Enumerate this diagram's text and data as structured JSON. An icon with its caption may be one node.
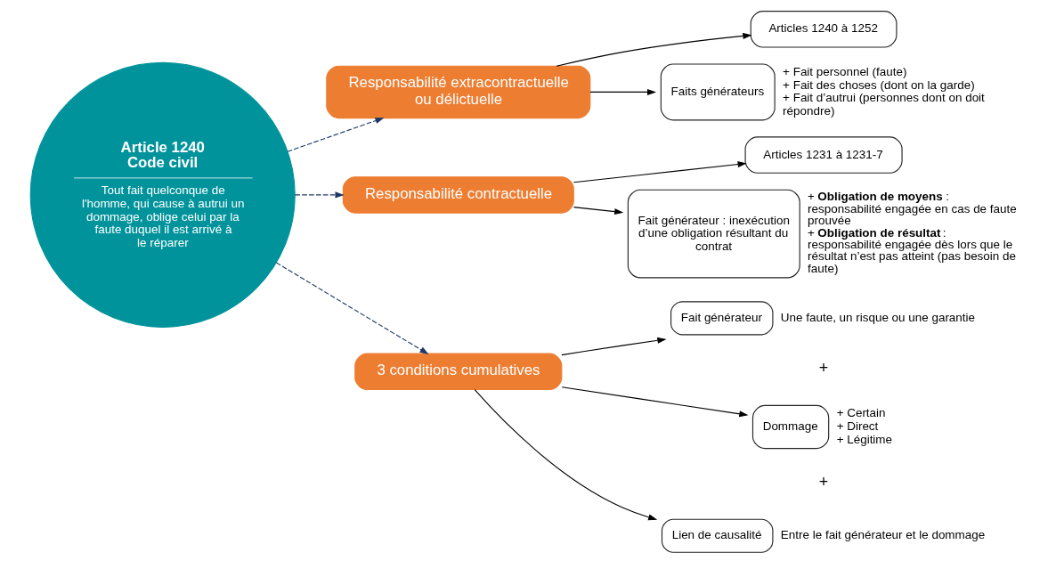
{
  "diagram": {
    "nodes": [
      {
        "text": [
          "Article 1240 Code civil",
          "Tout fait quelconque de l'homme, qui cause à autrui un dommage, oblige celui par la faute duquel il est arrivé à le réparer"
        ]
      },
      {
        "text": [
          "Responsabilité extracontractuelle ou délictuelle"
        ]
      },
      {
        "text": [
          "Responsabilité contractuelle"
        ]
      },
      {
        "text": [
          "Articles 1240 à 1252"
        ]
      },
      {
        "text": [
          "Faits générateurs"
        ],
        "beside": [
          "+ Fait personnel (faute)",
          "+ Fait des choses (dont on la garde)",
          "+ Fait d’autrui (personnes dont on doit répondre)"
        ]
      },
      {
        "text": [
          "Articles 1231 à 1231-7"
        ]
      },
      {
        "text": [
          "Fait générateur : inexécution d’une obligation résultant du contrat"
        ],
        "beside": [
          "+ **Obligation de moyens** : responsabilité engagée en cas de faute prouvée",
          "+ **Obligation de résultat** : responsabilité engagée dès lors que le résultat n’est pas atteint (pas besoin de faute)"
        ]
      },
      {
        "text": [
          "3 conditions cumulatives"
        ]
      },
      {
        "text": [
          "Fait générateur"
        ],
        "beside": [
          "Une faute, un risque ou une garantie"
        ]
      },
      {
        "text": [
          "Dommage"
        ],
        "beside": [
          "+ Certain",
          "+ Direct",
          "+ Légitime"
        ]
      },
      {
        "text": [
          "Lien de causalité"
        ],
        "beside": [
          "Entre le fait générateur et le dommage"
        ]
      }
    ],
    "edges": [
      {
        "from": 0,
        "to": 1,
        "arrow": "to",
        "style": "dashed",
        "color": "#1f3864"
      },
      {
        "from": 0,
        "to": 2,
        "arrow": "to",
        "style": "dashed",
        "color": "#1f3864"
      },
      {
        "from": 1,
        "to": 3,
        "arrow": "to"
      },
      {
        "from": 1,
        "to": 4,
        "arrow": "to"
      },
      {
        "from": 2,
        "to": 5,
        "arrow": "to"
      },
      {
        "from": 2,
        "to": 6,
        "arrow": "to"
      },
      {
        "from": 0,
        "to": 7,
        "arrow": "to",
        "style": "dashed",
        "color": "#1f3864"
      },
      {
        "from": 7,
        "to": 8,
        "arrow": "to"
      },
      {
        "from": 7,
        "to": 9,
        "arrow": "to"
      },
      {
        "from": 7,
        "to": 10,
        "arrow": "to"
      }
    ],
    "labels": [
      "+",
      "+"
    ]
  }
}
